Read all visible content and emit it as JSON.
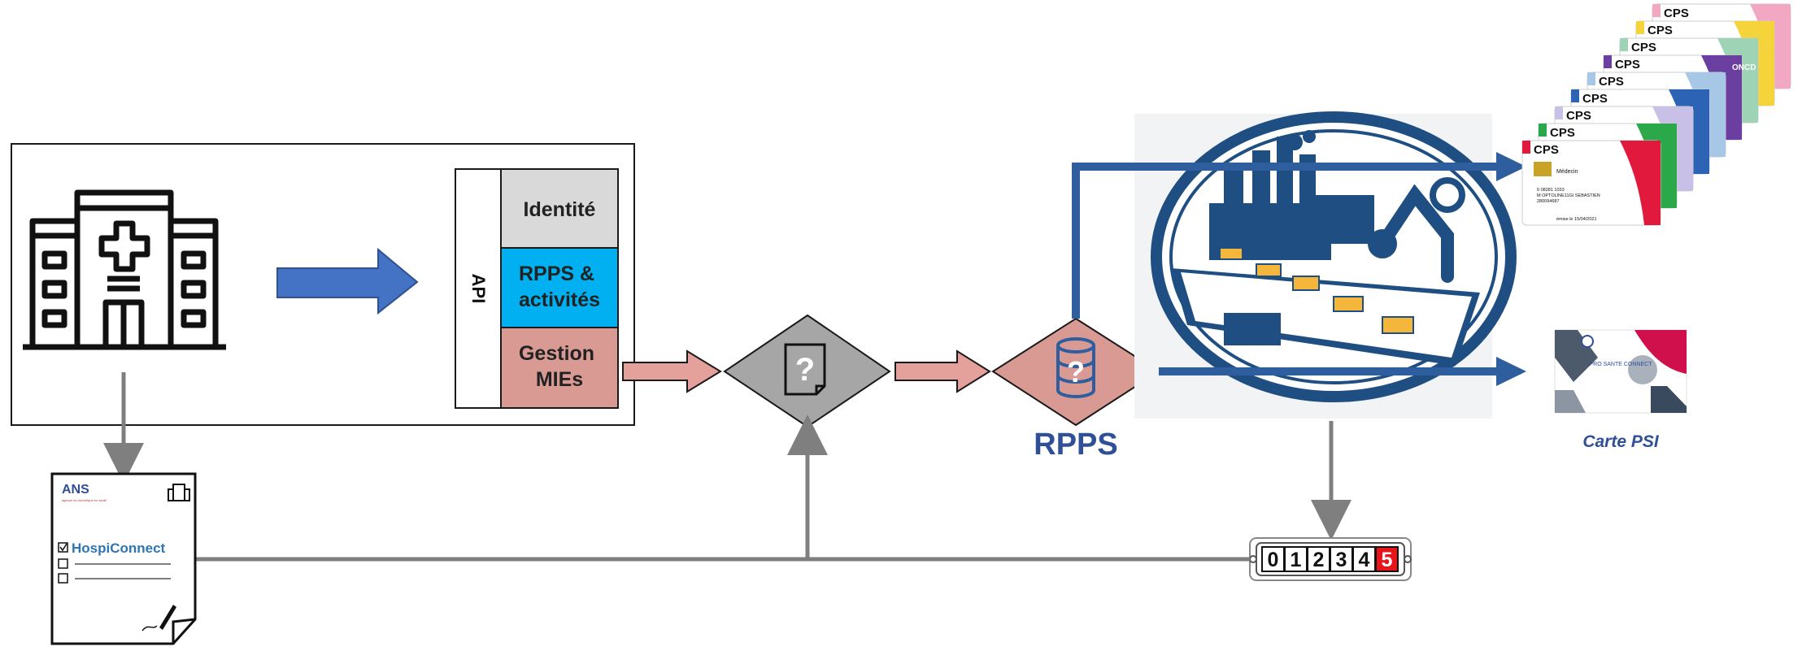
{
  "api_stack": {
    "side_label": "API",
    "rows": [
      "Identité",
      "RPPS & activités",
      "Gestion MIEs"
    ]
  },
  "hospiconnect": {
    "title": "HospiConnect",
    "logo_text": "ANS",
    "logo_subtitle": "agence du numérique en santé"
  },
  "decision_glyph": "?",
  "rpps": {
    "label": "RPPS",
    "glyph": "?"
  },
  "counter": {
    "digits": [
      "0",
      "1",
      "2",
      "3",
      "4",
      "5"
    ],
    "highlight_index": 5
  },
  "cps_cards": {
    "stack_labels": [
      "CPS",
      "CPS",
      "CPS",
      "CPS",
      "CPS",
      "CPS",
      "CPS",
      "CPS",
      "CPS"
    ],
    "front_label": "Médecin",
    "front_lines": [
      "0 08281 1033",
      "M OPTOLINE11GI SEBASTIEN",
      "280094687"
    ],
    "front_date": "émise le 15/04/2021",
    "badge": "ONCD"
  },
  "carte_psi": {
    "card_text": "PRO SANTE CONNECT",
    "caption": "Carte PSI"
  },
  "colors": {
    "blue_arrow": "#4472c4",
    "dark_blue": "#2e5e9e",
    "pink_arrow": "#e4a09a",
    "grey": "#7f7f7f",
    "rpps_text": "#2f4f97",
    "identite": "#d9d9d9",
    "rpps_row": "#00b0f0",
    "mies_row": "#d99a94"
  }
}
